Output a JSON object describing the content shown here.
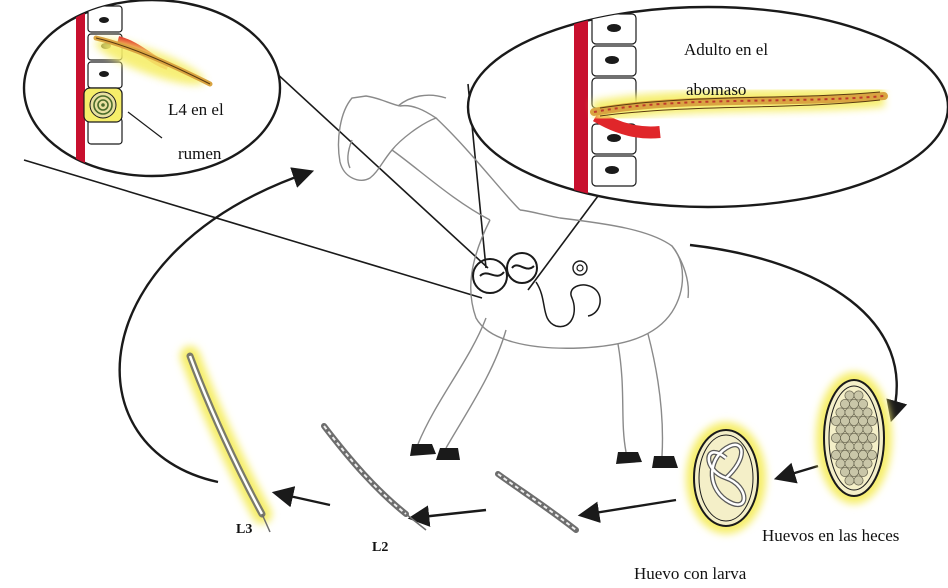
{
  "labels": {
    "l4_line1": "L4 en el",
    "l4_line2": "rumen",
    "adult_line1": "Adulto en el",
    "adult_line2": "abomaso",
    "eggs_feces": "Huevos en las heces",
    "egg_larva": "Huevo con larva",
    "stage_l3": "L3",
    "stage_l2": "L2"
  },
  "icons": {
    "host": "sheep-icon",
    "larva": "larva-icon",
    "egg": "egg-icon",
    "magnifier": "zoom-lens-icon"
  },
  "colors": {
    "line": "#1a1a1a",
    "glow": "#f6ee6a",
    "mucosa": "#c8102e",
    "blood": "#e0262a",
    "worm": "#d9a441",
    "sheep": "#8a8a8a",
    "egg_fill": "#f4efc8",
    "egg_cells": "#c9c6a8"
  }
}
